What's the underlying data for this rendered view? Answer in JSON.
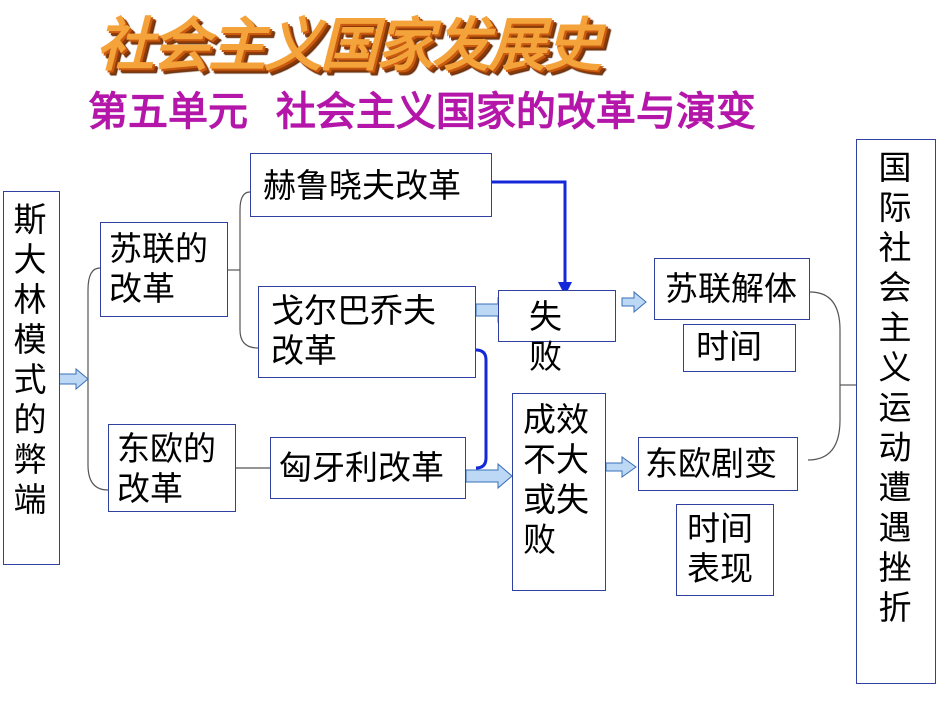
{
  "title": "社会主义国家发展史",
  "subtitle": "第五单元  社会主义国家的改革与演变",
  "nodes": {
    "stalin_model": "斯大林模式的弊端",
    "soviet_reform": "苏联的改革",
    "east_europe_reform": "东欧的改革",
    "khrushchev": "赫鲁晓夫改革",
    "gorbachev": "戈尔巴乔夫改革",
    "hungary": "匈牙利改革",
    "failure": "失败",
    "little_effect": "成效不大或失败",
    "soviet_collapse": "苏联解体",
    "collapse_time": "时间",
    "east_change": "东欧剧变",
    "change_time": "时间表现",
    "setback": "国际社会主义运动遭遇挫折"
  }
}
